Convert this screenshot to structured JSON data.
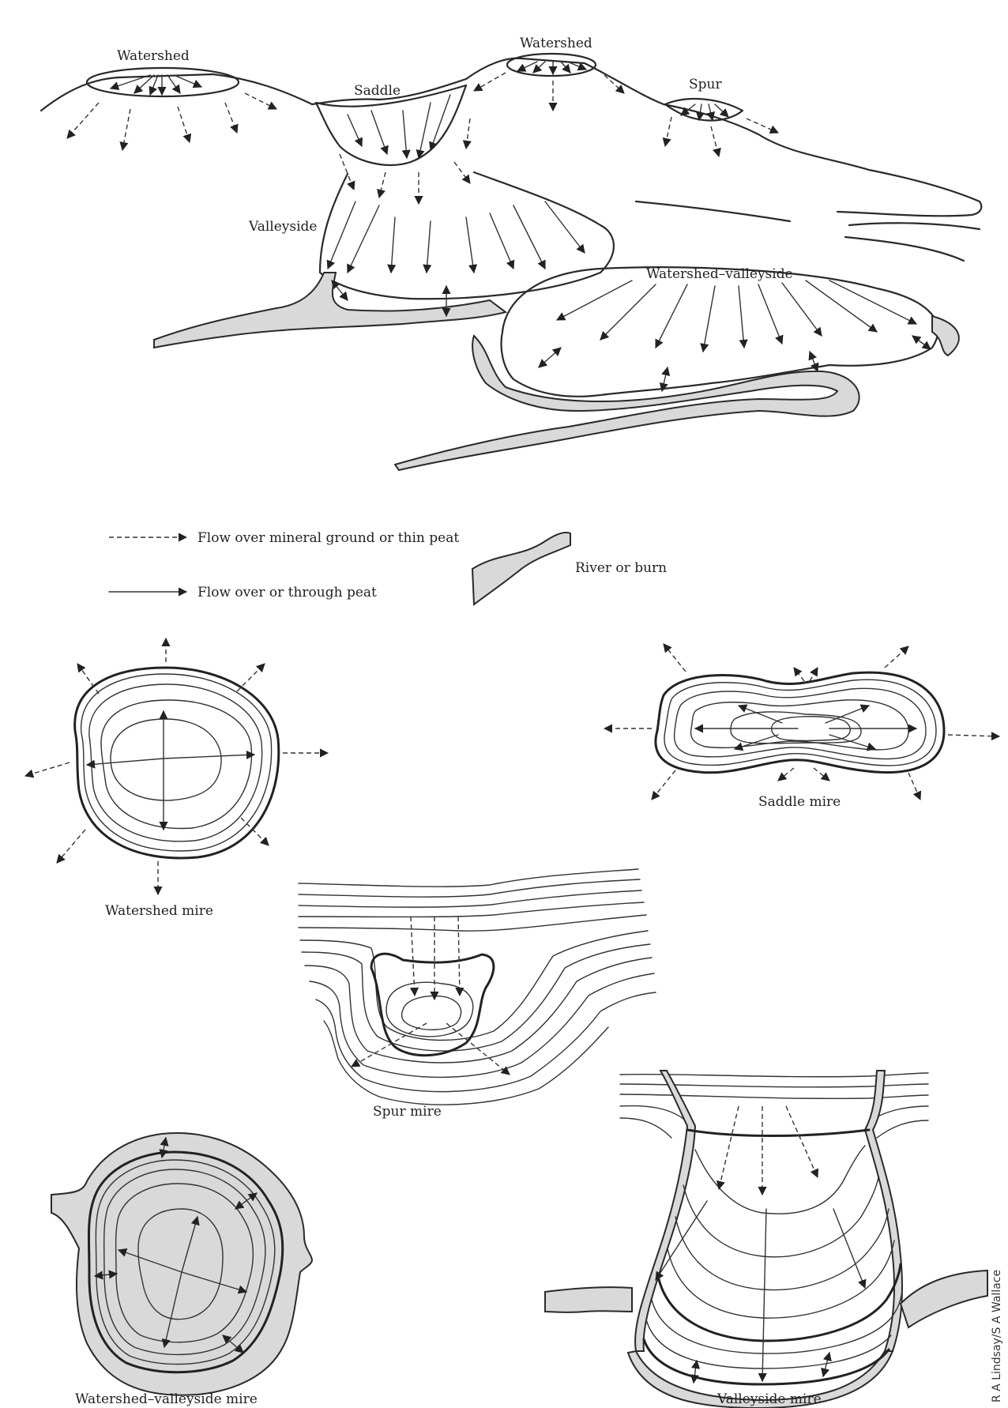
{
  "labels": {
    "watershed_left": "Watershed",
    "watershed_right": "Watershed",
    "saddle": "Saddle",
    "spur": "Spur",
    "valleyside": "Valleyside",
    "watershed_valleyside": "Watershed–valleyside"
  },
  "legend": {
    "dashed": "Flow over mineral ground or thin peat",
    "solid": "Flow over or through peat",
    "river": "River or burn"
  },
  "plans": {
    "watershed_mire": "Watershed mire",
    "saddle_mire": "Saddle mire",
    "spur_mire": "Spur mire",
    "watershed_valleyside_mire": "Watershed–valleyside mire",
    "valleyside_mire": "Valleyside mire"
  },
  "credit": "R A Lindsay/S A Wallace",
  "colors": {
    "ink": "#2a2a2a",
    "river_fill": "#d9d9d9",
    "background": "#ffffff"
  }
}
